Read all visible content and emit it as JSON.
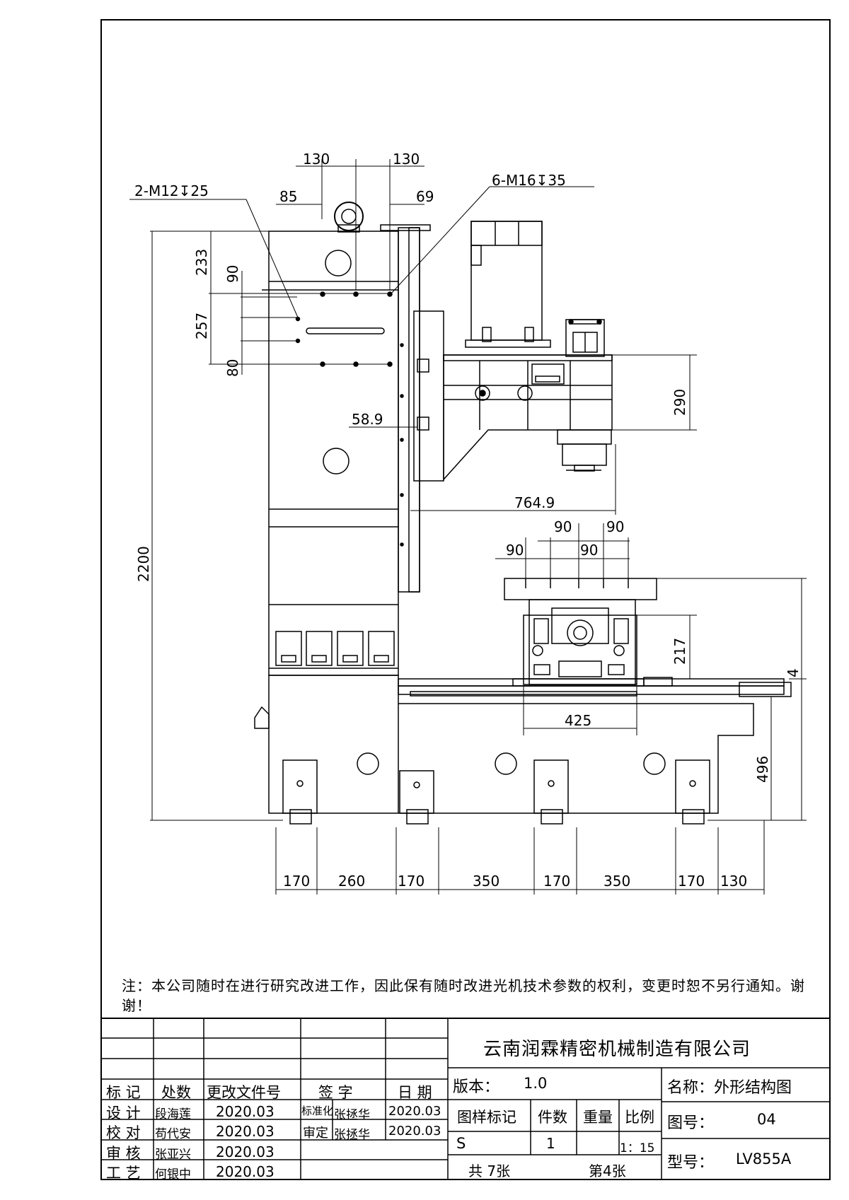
{
  "drawing": {
    "callouts": {
      "top_left_thread": "2-M12↧25",
      "top_right_thread": "6-M16↧35"
    },
    "dimensions": {
      "top_130_left": "130",
      "top_130_right": "130",
      "dim_85": "85",
      "dim_69": "69",
      "dim_233": "233",
      "dim_90_v": "90",
      "dim_257": "257",
      "dim_80": "80",
      "dim_2200": "2200",
      "dim_58_9": "58.9",
      "dim_290": "290",
      "dim_764_9": "764.9",
      "table_90_a": "90",
      "table_90_b": "90",
      "table_90_c": "90",
      "table_90_d": "90",
      "dim_217": "217",
      "dim_4": "4",
      "dim_425": "425",
      "dim_496": "496",
      "bottom": [
        "170",
        "260",
        "170",
        "350",
        "170",
        "350",
        "170",
        "130"
      ]
    }
  },
  "note": "注：本公司随时在进行研究改进工作，因此保有随时改进光机技术参数的权利，变更时恕不另行通知。谢谢！",
  "title_block": {
    "company": "云南润霖精密机械制造有限公司",
    "headers": {
      "mark": "标 记",
      "zone": "处数",
      "change_doc": "更改文件号",
      "signature": "签 字",
      "date": "日 期"
    },
    "rows": [
      {
        "role": "设 计",
        "name": "段海莲",
        "date": "2020.03"
      },
      {
        "role": "校 对",
        "name": "苟代安",
        "date": "2020.03"
      },
      {
        "role": "审 核",
        "name": "张亚兴",
        "date": "2020.03"
      },
      {
        "role": "工 艺",
        "name": "何银中",
        "date": "2020.03"
      }
    ],
    "standardization": {
      "label": "标准化",
      "name": "张拯华",
      "date": "2020.03"
    },
    "approval": {
      "label": "审定",
      "name": "张拯华",
      "date": "2020.03"
    },
    "version_label": "版本：",
    "version_value": "1.0",
    "col_labels": {
      "drawing_mark": "图样标记",
      "quantity": "件数",
      "weight": "重量",
      "scale": "比例"
    },
    "values": {
      "mark": "S",
      "quantity": "1",
      "scale": "1：15"
    },
    "total_sheets": "共 7张",
    "sheet_no": "第4张",
    "name_label": "名称：外形结构图",
    "drawing_no_label": "图号：",
    "drawing_no_value": "04",
    "model_label": "型号：",
    "model_value": "LV855A"
  }
}
